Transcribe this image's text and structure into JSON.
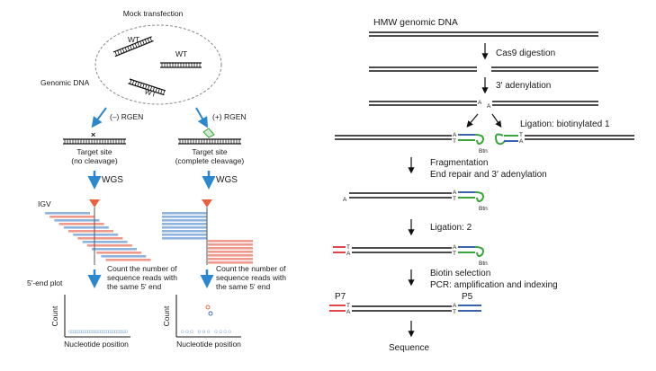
{
  "colors": {
    "blue_arrow": "#2b88cf",
    "read_blue": "#8fb4dd",
    "read_red": "#f09a8e",
    "mark_red": "#e8623f",
    "green": "#3aa33a",
    "p7_red": "#e0474c",
    "p5_blue": "#3a62b0",
    "black": "#111111"
  },
  "left": {
    "title": "Mock transfection",
    "wt_labels": [
      "WT",
      "WT",
      "WT"
    ],
    "genomic_dna_label": "Genomic DNA",
    "minus_rgen": "(–) RGEN",
    "plus_rgen": "(+) RGEN",
    "target_no_cleavage": [
      "Target site",
      "(no cleavage)"
    ],
    "target_complete_cleavage": [
      "Target site",
      "(complete cleavage)"
    ],
    "wgs_left": "WGS",
    "wgs_right": "WGS",
    "igv_label": "IGV",
    "count_text_left": [
      "Count the number of",
      "sequence reads with",
      "the same 5′ end"
    ],
    "count_text_right": [
      "Count the number of",
      "sequence reads with",
      "the same 5′ end"
    ],
    "plot_label": "5′-end plot",
    "y_axis_left": "Count",
    "y_axis_right": "Count",
    "x_axis_left": "Nucleotide position",
    "x_axis_right": "Nucleotide position",
    "plot_left_points": "oooooooooooooooooooooooooooo",
    "plot_right_points": "ooo   ooo  oooo"
  },
  "right": {
    "title": "HMW genomic DNA",
    "step1": "Cas9 digestion",
    "step2": "3′ adenylation",
    "step3": "Ligation: biotinylated 1",
    "btn1": "Btn",
    "btn2": "Btn",
    "btn3": "Btn",
    "step4": [
      "Fragmentation",
      "End repair and 3′ adenylation"
    ],
    "step5": "Ligation: 2",
    "step6": [
      "Biotin selection",
      "PCR: amplification and indexing"
    ],
    "p7": "P7",
    "p5": "P5",
    "final": "Sequence",
    "base_a": "A",
    "base_t": "T"
  }
}
